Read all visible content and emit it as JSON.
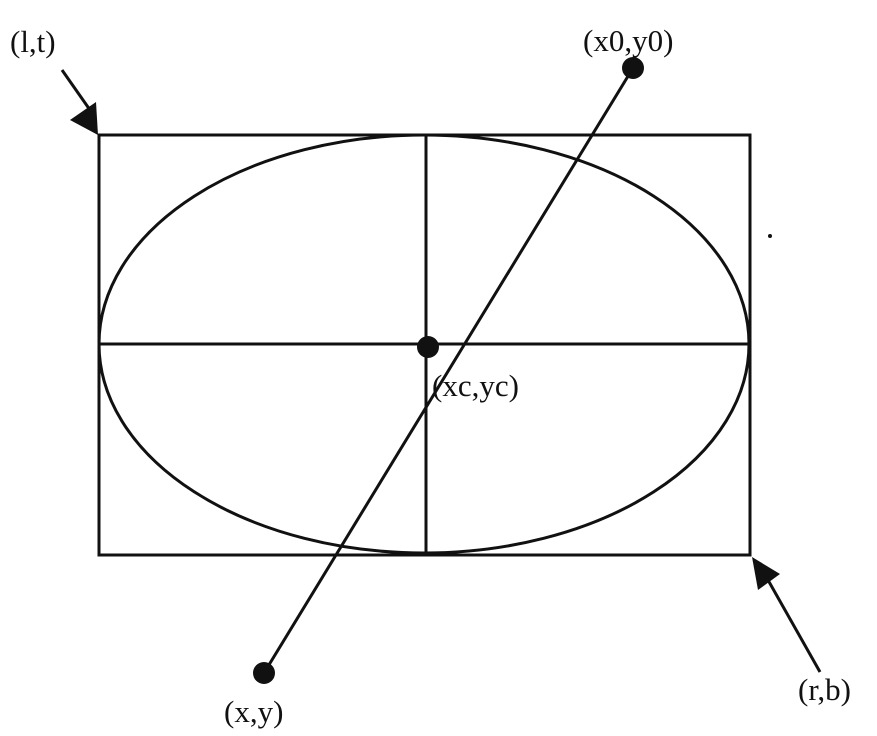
{
  "labels": {
    "top_left": "(l,t)",
    "start_point": "(x0,y0)",
    "center": "(xc,yc)",
    "end_point": "(x,y)",
    "bottom_right": "(r,b)"
  },
  "colors": {
    "ink": "#111111",
    "background": "#ffffff"
  }
}
